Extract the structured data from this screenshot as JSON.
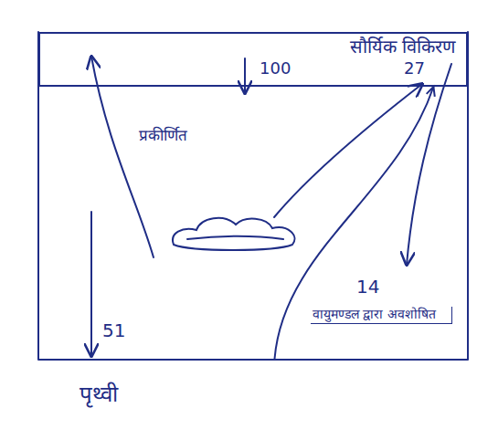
{
  "diagram": {
    "nodes": [
      {
        "text": [
          "सौर्यिक विकिरण"
        ]
      },
      {
        "text": [
          "पृथ्वी"
        ]
      }
    ],
    "edges": [
      {
        "from": 1,
        "to": 0,
        "arrow": "to"
      }
    ],
    "labels": [
      "प्रकीर्णित",
      "100",
      "27",
      "51",
      "14",
      "वायुमण्डल द्वारा अवशोषित"
    ]
  }
}
